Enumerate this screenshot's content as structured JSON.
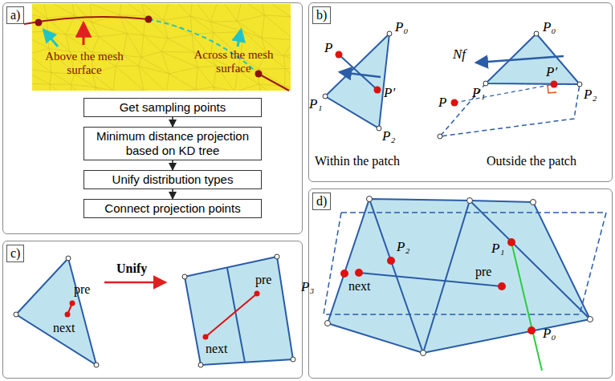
{
  "diagram": {
    "nodes": [
      {
        "text": [
          "a)"
        ]
      },
      {
        "text": [
          "Get sampling points"
        ],
        "in": 0
      },
      {
        "text": [
          "Minimum distance projection based on KD tree"
        ],
        "in": 0
      },
      {
        "text": [
          "Unify distribution types"
        ],
        "in": 0
      },
      {
        "text": [
          "Connect projection points"
        ],
        "in": 0
      },
      {
        "text": [
          "b)"
        ]
      },
      {
        "text": [
          "c)"
        ]
      },
      {
        "text": [
          "d)"
        ]
      }
    ],
    "edges": [
      {
        "from": 1,
        "to": 2,
        "arrow": "to"
      },
      {
        "from": 2,
        "to": 3,
        "arrow": "to"
      },
      {
        "from": 3,
        "to": 4,
        "arrow": "to"
      }
    ],
    "labels": [
      "Above the mesh surface",
      "Across the mesh surface",
      "P",
      "P₀",
      "P′",
      "P₁",
      "P₂",
      "Within the patch",
      "P₀",
      "Nf",
      "P′",
      "P₁",
      "P₂",
      "P",
      "Outside the patch",
      "pre",
      "next",
      "Unify",
      "pre",
      "next",
      "P₃",
      "P₂",
      "P₁",
      "next",
      "pre",
      "P₀"
    ]
  }
}
